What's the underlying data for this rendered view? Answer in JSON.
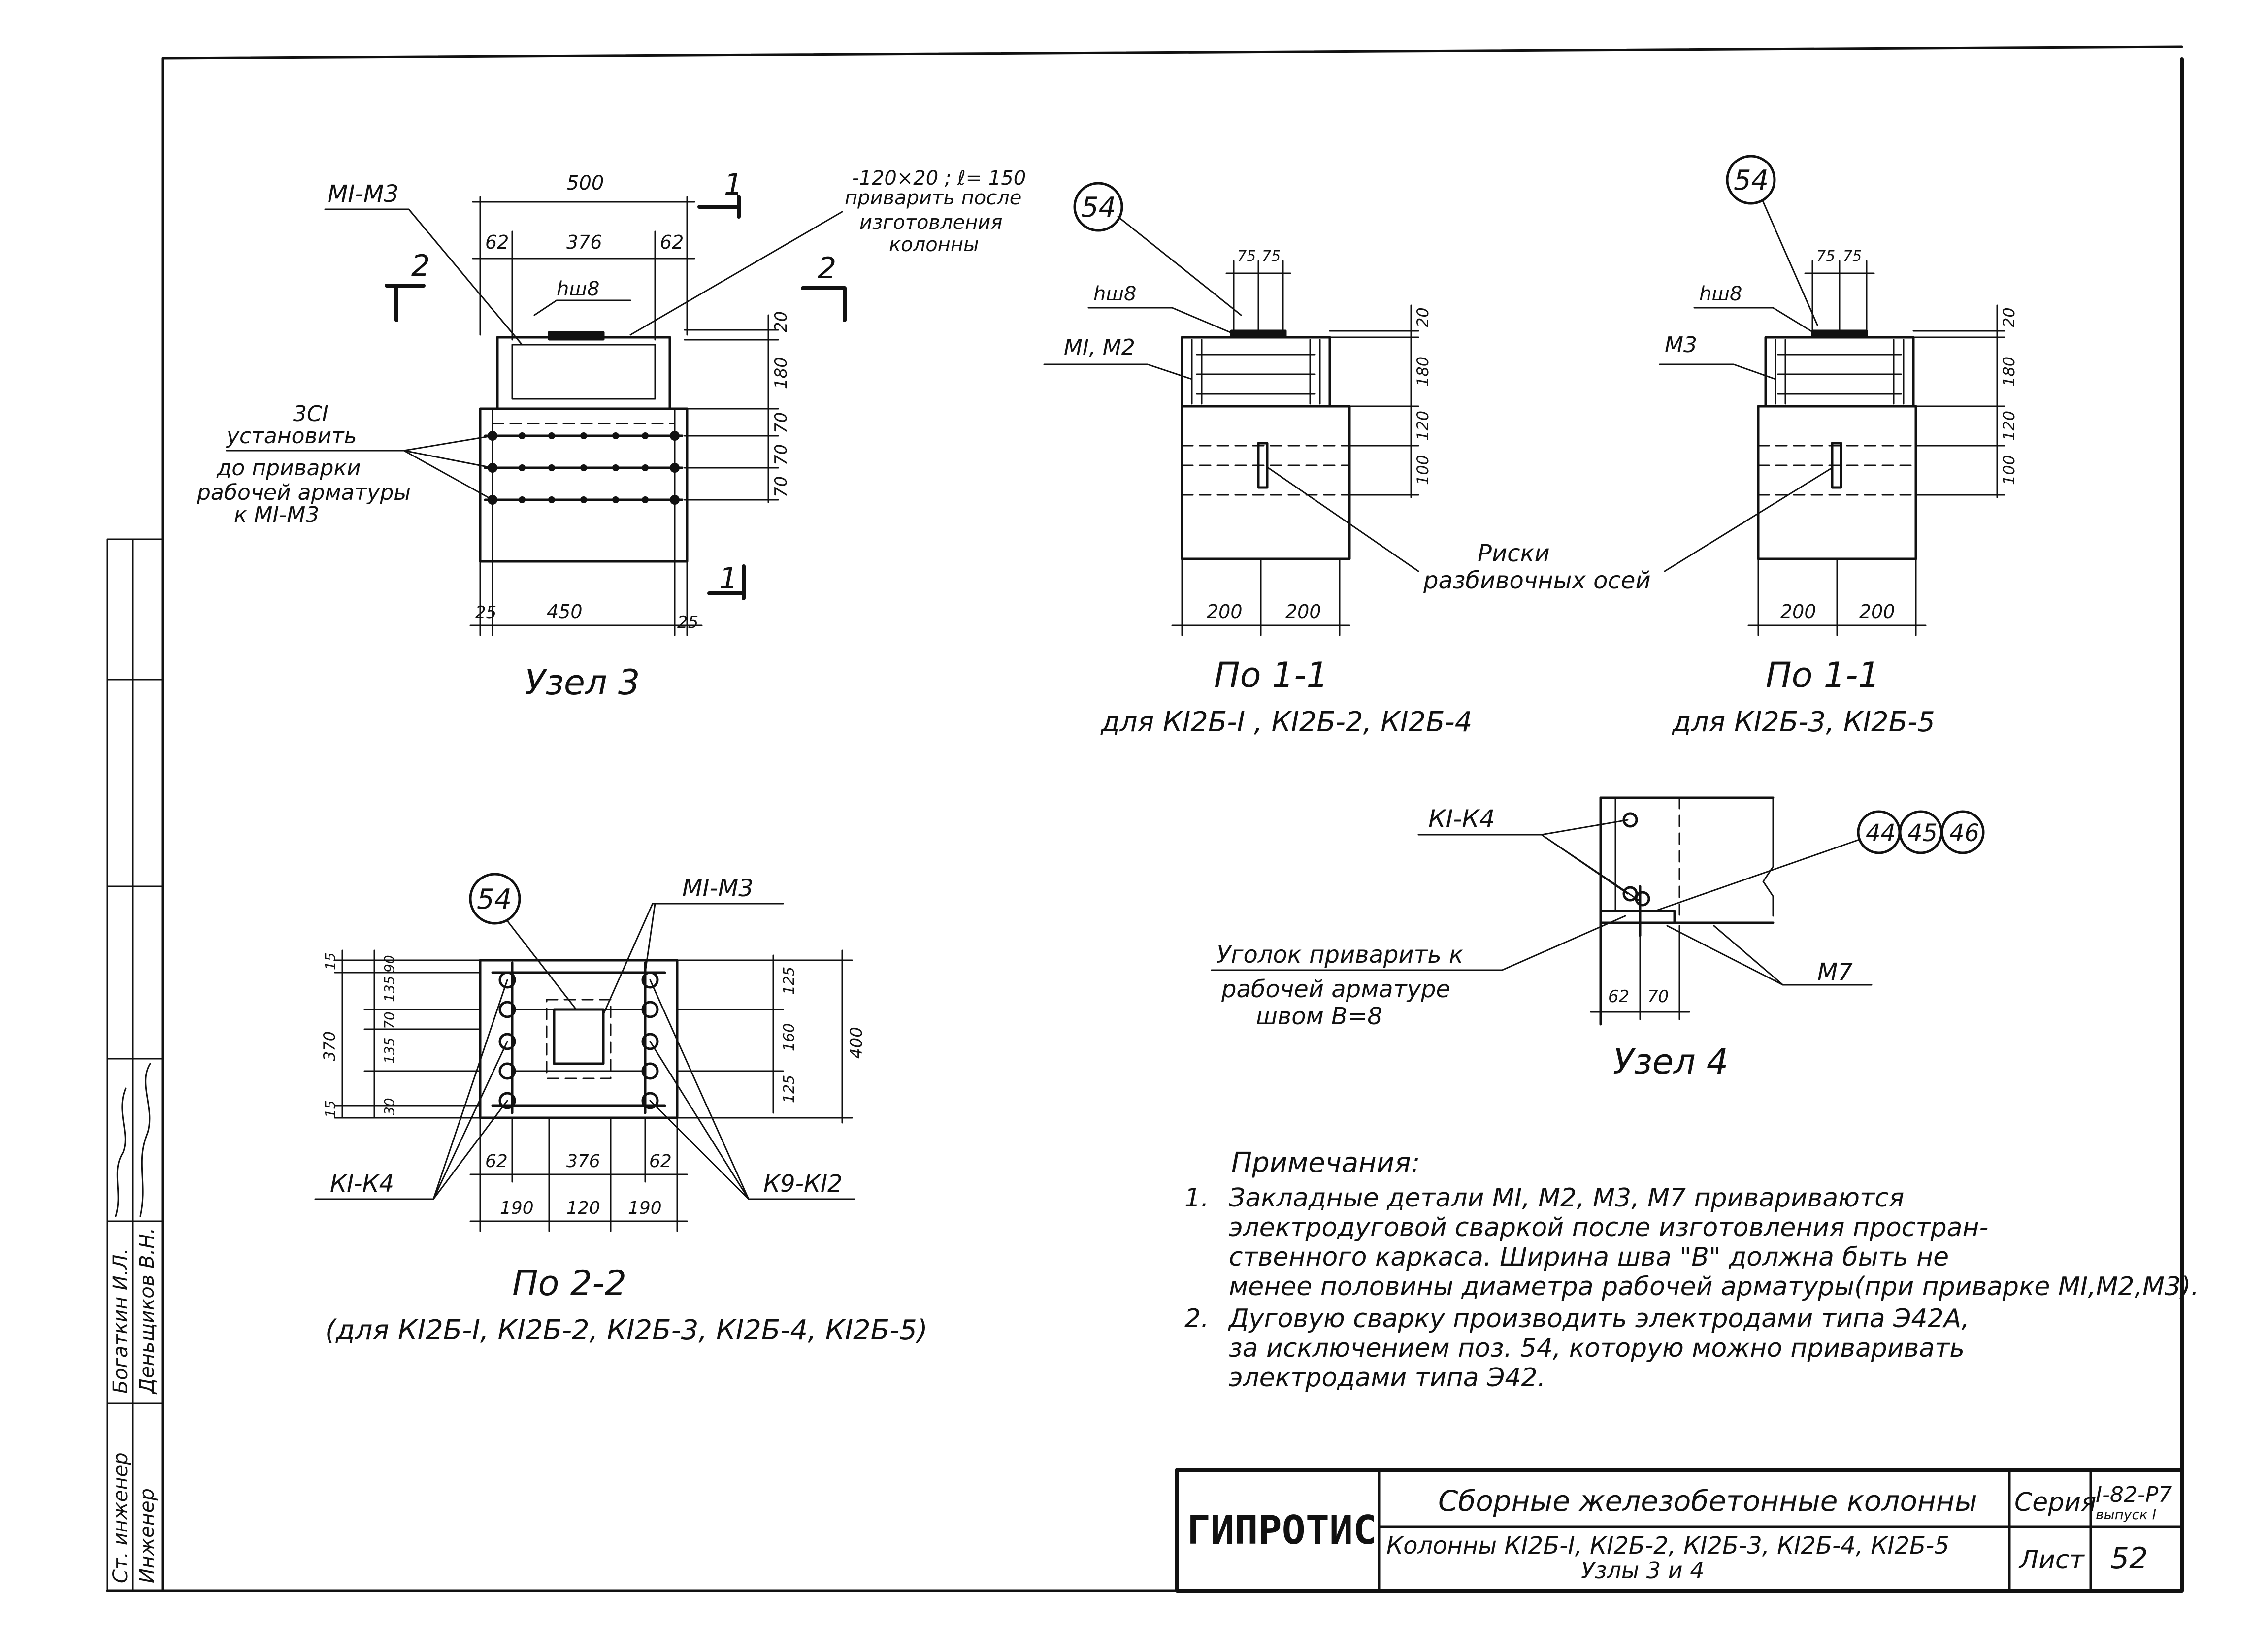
{
  "uzel3": {
    "title": "Узел 3",
    "mark_m1m3": "МI-М3",
    "dim_500": "500",
    "dim_62a": "62",
    "dim_376": "376",
    "dim_62b": "62",
    "plate_note": "-120×20 ; ℓ= 150",
    "plate_note2": "приварить после",
    "plate_note3": "изготовления",
    "plate_note4": "колонны",
    "weld_h": "hш8",
    "dim_20": "20",
    "dim_180": "180",
    "dim_70a": "70",
    "dim_70b": "70",
    "dim_70c": "70",
    "zc1_1": "3CI",
    "zc1_2": "установить",
    "zc1_3": "до приварки",
    "zc1_4": "рабочей арматуры",
    "zc1_5": "к МI-М3",
    "dim_25a": "25",
    "dim_450": "450",
    "dim_25b": "25",
    "sec1": "1",
    "sec2": "2"
  },
  "callout54": "54",
  "view11a": {
    "title": "По 1-1",
    "subtitle": "для КI2Б-I , КI2Б-2, КI2Б-4",
    "weld_h": "hш8",
    "mark": "МI, М2",
    "dim_75a": "75",
    "dim_75b": "75",
    "dim_20": "20",
    "dim_180": "180",
    "dim_120": "120",
    "dim_100": "100",
    "dim_200a": "200",
    "dim_200b": "200"
  },
  "view11b": {
    "title": "По 1-1",
    "subtitle": "для КI2Б-3, КI2Б-5",
    "weld_h": "hш8",
    "mark": "М3",
    "dim_75a": "75",
    "dim_75b": "75",
    "dim_20": "20",
    "dim_180": "180",
    "dim_120": "120",
    "dim_100": "100",
    "dim_200a": "200",
    "dim_200b": "200"
  },
  "riski": {
    "line1": "Риски",
    "line2": "разбивочных осей"
  },
  "view22": {
    "title": "По 2-2",
    "subtitle": "(для КI2Б-I, КI2Б-2, КI2Б-3, КI2Б-4, КI2Б-5)",
    "mark_m1m3": "МI-М3",
    "mark_k1k4": "КI-К4",
    "mark_k9k12": "К9-КI2",
    "dim_15a": "15",
    "dim_90": "90",
    "dim_135a": "135",
    "dim_70": "70",
    "dim_135b": "135",
    "dim_30": "30",
    "dim_15b": "15",
    "dim_370": "370",
    "dim_125a": "125",
    "dim_160": "160",
    "dim_125b": "125",
    "dim_400": "400",
    "dim_62a": "62",
    "dim_376": "376",
    "dim_62b": "62",
    "dim_190a": "190",
    "dim_120": "120",
    "dim_190b": "190"
  },
  "uzel4": {
    "title": "Узел 4",
    "mark_k1k4": "КI-К4",
    "c44": "44",
    "c45": "45",
    "c46": "46",
    "note1": "Уголок приварить к",
    "note2": "рабочей арматуре",
    "note3": "швом В=8",
    "mark_m7": "М7",
    "dim_62": "62",
    "dim_70": "70"
  },
  "notes": {
    "heading": "Примечания:",
    "n1_num": "1.",
    "n1_l1": "Закладные детали  МI, М2, М3, М7  привариваются",
    "n1_l2": "электродуговой сваркой после изготовления простран-",
    "n1_l3": "ственного каркаса. Ширина шва \"В\" должна быть не",
    "n1_l4": "менее половины диаметра рабочей арматуры(при приварке МI,М2,М3).",
    "n2_num": "2.",
    "n2_l1": "Дуговую сварку производить электродами типа Э42А,",
    "n2_l2": "за исключением поз. 54, которую можно приваривать",
    "n2_l3": "электродами типа Э42."
  },
  "titleblock": {
    "logo": "ГИПРОТИС",
    "title1": "Сборные железобетонные колонны",
    "title2": "Колонны КI2Б-I, КI2Б-2, КI2Б-3, КI2Б-4, КI2Б-5",
    "title3": "Узлы 3 и 4",
    "series_label": "Серия",
    "series_value": "I-82-Р7",
    "issue": "выпуск I",
    "sheet_label": "Лист",
    "sheet_value": "52"
  },
  "sidebar": {
    "role1": "Ст. инженер",
    "name1": "Богаткин И.Л.",
    "role2": "Инженер",
    "name2": "Деньщиков В.Н."
  }
}
